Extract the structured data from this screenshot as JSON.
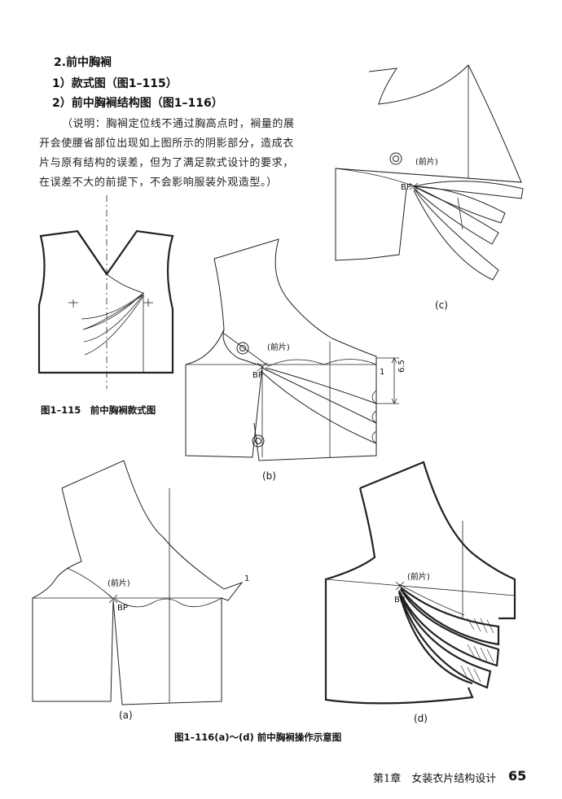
{
  "section": {
    "heading": "2.前中胸裥",
    "items": [
      "1）款式图（图1–115）",
      "2）前中胸裥结构图（图1–116）"
    ],
    "note_lines": [
      "（说明：胸裥定位线不通过胸高点时，裥量的展",
      "开会使腰省部位出现如上图所示的阴影部分，造成衣",
      "片与原有结构的误差，但为了满足款式设计的要求，",
      "在误差不大的前提下，不会影响服装外观造型。）"
    ]
  },
  "figures": {
    "fig115_caption": "图1–115　前中胸裥款式图",
    "fig116_caption": "图1–116(a)～(d)  前中胸裥操作示意图",
    "labels": {
      "a": "(a)",
      "b": "(b)",
      "c": "(c)",
      "d": "(d)"
    },
    "front_piece": "(前片)",
    "bp": "BP",
    "measure_1": "1",
    "measure_65": "6.5"
  },
  "footer": {
    "chapter": "第1章　女装衣片结构设计",
    "page": "65"
  }
}
